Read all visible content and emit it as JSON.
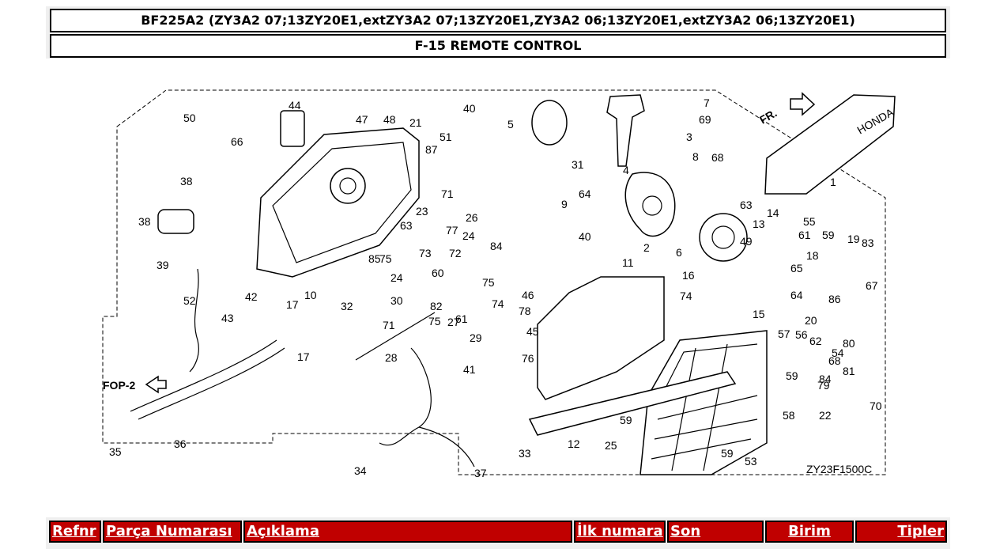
{
  "header": {
    "model_line": "BF225A2 (ZY3A2 07;13ZY20E1,extZY3A2 07;13ZY20E1,ZY3A2 06;13ZY20E1,extZY3A2 06;13ZY20E1)",
    "section_title": "F-15 REMOTE CONTROL"
  },
  "diagram": {
    "drawing_code": "ZY23F1500C",
    "fop_ref": "FOP-2",
    "fr_label": "FR.",
    "brand": "HONDA",
    "callouts": [
      "1",
      "2",
      "3",
      "4",
      "5",
      "6",
      "7",
      "8",
      "9",
      "10",
      "11",
      "12",
      "13",
      "14",
      "15",
      "16",
      "17",
      "17",
      "18",
      "19",
      "20",
      "21",
      "22",
      "23",
      "24",
      "24",
      "25",
      "26",
      "27",
      "28",
      "29",
      "30",
      "31",
      "32",
      "33",
      "34",
      "35",
      "36",
      "37",
      "38",
      "38",
      "39",
      "40",
      "40",
      "41",
      "42",
      "43",
      "44",
      "45",
      "46",
      "47",
      "48",
      "49",
      "50",
      "51",
      "52",
      "53",
      "54",
      "55",
      "56",
      "57",
      "58",
      "59",
      "59",
      "59",
      "59",
      "60",
      "61",
      "61",
      "62",
      "63",
      "63",
      "64",
      "64",
      "65",
      "66",
      "67",
      "68",
      "68",
      "69",
      "70",
      "71",
      "71",
      "72",
      "73",
      "74",
      "74",
      "75",
      "75",
      "75",
      "76",
      "77",
      "78",
      "79",
      "80",
      "81",
      "82",
      "83",
      "84",
      "84",
      "85",
      "86",
      "87"
    ]
  },
  "table": {
    "columns": [
      "Refnr",
      "Parça Numarası",
      "Açıklama",
      "İlk numara",
      "Son",
      "Birim",
      "Tipler"
    ]
  }
}
